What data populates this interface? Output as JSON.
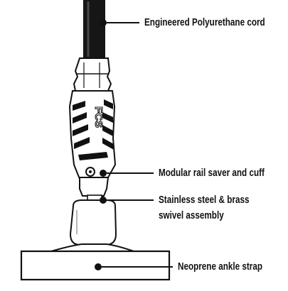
{
  "callouts": {
    "cord": "Engineered Polyurethane cord",
    "rail_saver": "Modular rail saver and cuff",
    "swivel_line1": "Stainless steel & brass",
    "swivel_line2": "swivel assembly",
    "ankle_strap": "Neoprene ankle strap"
  },
  "brand_mark": "FCS",
  "colors": {
    "ink": "#111111",
    "background": "#ffffff"
  }
}
